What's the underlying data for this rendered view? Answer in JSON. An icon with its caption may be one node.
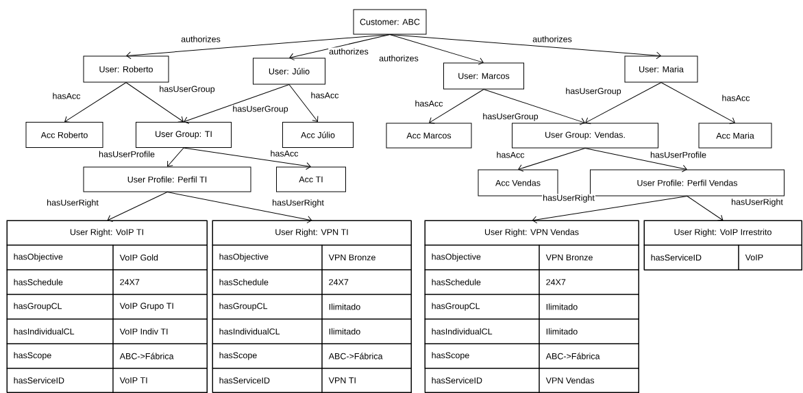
{
  "diagram": {
    "nodes": [
      {
        "text": [
          "Customer: ABC"
        ]
      },
      {
        "text": [
          "User: Roberto"
        ]
      },
      {
        "text": [
          "User: Júlio"
        ]
      },
      {
        "text": [
          "User: Marcos"
        ]
      },
      {
        "text": [
          "User: Maria"
        ]
      },
      {
        "text": [
          "Acc Roberto"
        ]
      },
      {
        "text": [
          "User Group: TI"
        ]
      },
      {
        "text": [
          "Acc Júlio"
        ]
      },
      {
        "text": [
          "Acc Marcos"
        ]
      },
      {
        "text": [
          "User Group: Vendas."
        ]
      },
      {
        "text": [
          "Acc Maria"
        ]
      },
      {
        "text": [
          "User Profile: Perfil TI"
        ]
      },
      {
        "text": [
          "Acc TI"
        ]
      },
      {
        "text": [
          "Acc Vendas"
        ]
      },
      {
        "text": [
          "User Profile: Perfil Vendas"
        ]
      },
      {
        "text": [
          "User Right: VoIP TI",
          "hasObjective",
          "VoIP Gold",
          "hasSchedule",
          "24X7",
          "hasGroupCL",
          "VoIP Grupo TI",
          "hasIndividualCL",
          "VoIP Indiv TI",
          "hasScope",
          "ABC->Fábrica",
          "hasServiceID",
          "VoIP TI"
        ]
      },
      {
        "text": [
          "User Right: VPN TI",
          "hasObjective",
          "VPN Bronze",
          "hasSchedule",
          "24X7",
          "hasGroupCL",
          "Ilimitado",
          "hasIndividualCL",
          "Ilimitado",
          "hasScope",
          "ABC->Fábrica",
          "hasServiceID",
          "VPN TI"
        ]
      },
      {
        "text": [
          "User Right: VPN Vendas",
          "hasObjective",
          "VPN Bronze",
          "hasSchedule",
          "24X7",
          "hasGroupCL",
          "Ilimitado",
          "hasIndividualCL",
          "Ilimitado",
          "hasScope",
          "ABC->Fábrica",
          "hasServiceID",
          "VPN Vendas"
        ]
      },
      {
        "text": [
          "User Right: VoIP Irrestrito",
          "hasServiceID",
          "VoIP"
        ]
      }
    ],
    "edges": [
      {
        "from": 0,
        "to": 1,
        "arrow": "to",
        "label": "authorizes"
      },
      {
        "from": 0,
        "to": 2,
        "arrow": "to",
        "label": "authorizes"
      },
      {
        "from": 0,
        "to": 3,
        "arrow": "to",
        "label": "authorizes"
      },
      {
        "from": 0,
        "to": 4,
        "arrow": "to",
        "label": "authorizes"
      },
      {
        "from": 1,
        "to": 5,
        "arrow": "to",
        "label": "hasAcc"
      },
      {
        "from": 1,
        "to": 6,
        "arrow": "to",
        "label": "hasUserGroup"
      },
      {
        "from": 2,
        "to": 6,
        "arrow": "to",
        "label": "hasUserGroup"
      },
      {
        "from": 2,
        "to": 7,
        "arrow": "to",
        "label": "hasAcc"
      },
      {
        "from": 3,
        "to": 8,
        "arrow": "to",
        "label": "hasAcc"
      },
      {
        "from": 3,
        "to": 9,
        "arrow": "to",
        "label": "hasUserGroup"
      },
      {
        "from": 4,
        "to": 9,
        "arrow": "to",
        "label": "hasUserGroup"
      },
      {
        "from": 4,
        "to": 10,
        "arrow": "to",
        "label": "hasAcc"
      },
      {
        "from": 6,
        "to": 11,
        "arrow": "to",
        "label": "hasUserProfile"
      },
      {
        "from": 6,
        "to": 12,
        "arrow": "to",
        "label": "hasAcc"
      },
      {
        "from": 9,
        "to": 13,
        "arrow": "to",
        "label": "hasAcc"
      },
      {
        "from": 9,
        "to": 14,
        "arrow": "to",
        "label": "hasUserProfile"
      },
      {
        "from": 11,
        "to": 15,
        "arrow": "to",
        "label": "hasUserRight"
      },
      {
        "from": 11,
        "to": 16,
        "arrow": "to",
        "label": "hasUserRight"
      },
      {
        "from": 14,
        "to": 17,
        "arrow": "to",
        "label": "hasUserRight"
      },
      {
        "from": 14,
        "to": 18,
        "arrow": "to",
        "label": "hasUserRight"
      }
    ]
  }
}
